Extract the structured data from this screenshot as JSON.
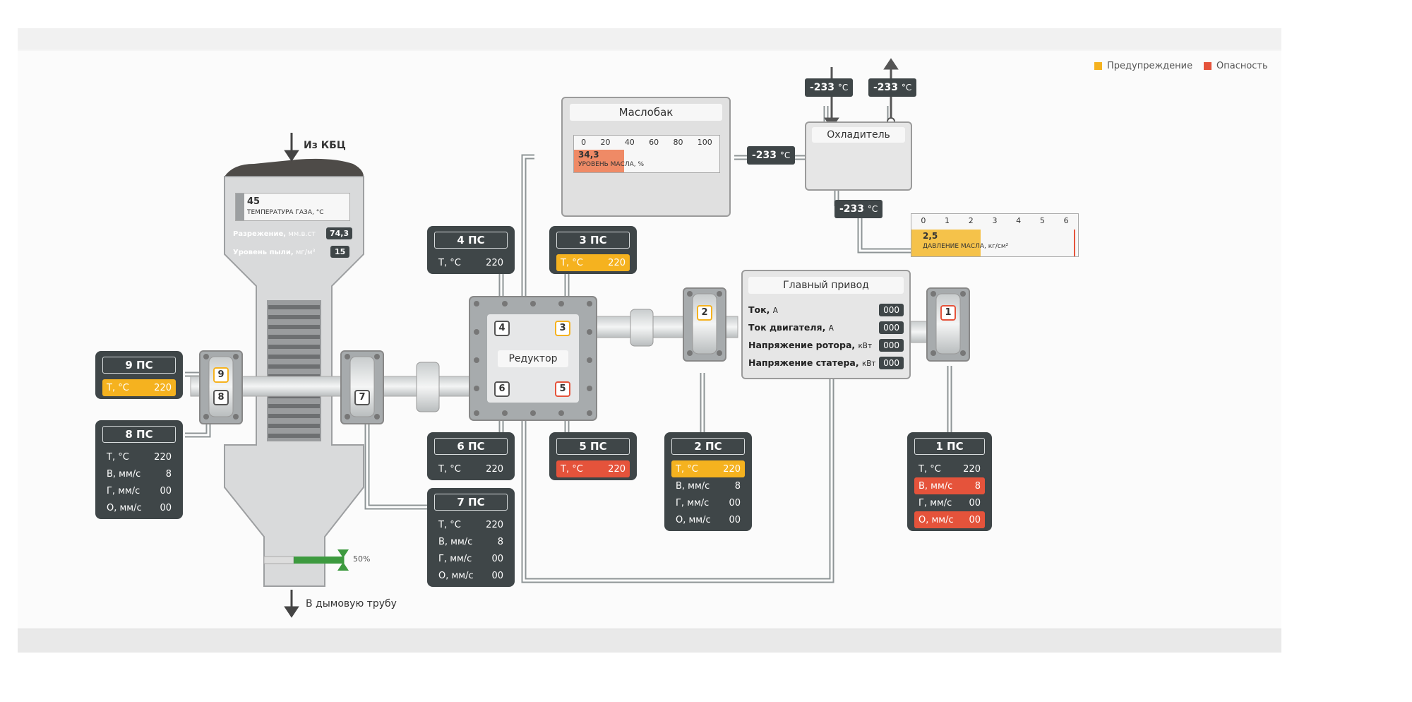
{
  "legend": {
    "warning_label": "Предупреждение",
    "warning_color": "#f5b21f",
    "danger_label": "Опасность",
    "danger_color": "#e5533b"
  },
  "boiler": {
    "inlet_label": "Из КБЦ",
    "outlet_label": "В дымовую трубу",
    "gas_temp_value": "45",
    "gas_temp_label": "ТЕМПЕРАТУРА ГАЗА, °С",
    "vacuum_label": "Разрежение,",
    "vacuum_unit": "мм.в.ст",
    "vacuum_value": "74,3",
    "dust_label": "Уровень пыли,",
    "dust_unit": "мг/м³",
    "dust_value": "15",
    "damper_percent": "50%",
    "damper_fraction": 0.5
  },
  "oil_tank": {
    "title": "Маслобак",
    "scale": [
      "0",
      "20",
      "40",
      "60",
      "80",
      "100"
    ],
    "level_value": "34,3",
    "level_label": "УРОВЕНЬ МАСЛА, %",
    "level_fraction": 0.343
  },
  "cooler": {
    "title": "Охладитель",
    "in_temp": "-233",
    "out_temp": "-233",
    "left_temp": "-233",
    "bottom_temp": "-233",
    "unit": "°С"
  },
  "oil_pressure": {
    "scale": [
      "0",
      "1",
      "2",
      "3",
      "4",
      "5",
      "6"
    ],
    "value": "2,5",
    "label": "ДАВЛЕНИЕ МАСЛА, кг/см²",
    "fraction": 0.417
  },
  "main_drive": {
    "title": "Главный привод",
    "rows": [
      {
        "key": "Ток,",
        "unit": "А",
        "value": "000"
      },
      {
        "key": "Ток двигателя,",
        "unit": "А",
        "value": "000"
      },
      {
        "key": "Напряжение ротора,",
        "unit": "кВт",
        "value": "000"
      },
      {
        "key": "Напряжение статера,",
        "unit": "кВт",
        "value": "000"
      }
    ]
  },
  "reducer": {
    "title": "Редуктор"
  },
  "badges": [
    "1",
    "2",
    "3",
    "4",
    "5",
    "6",
    "7",
    "8",
    "9"
  ],
  "panels": {
    "p9": {
      "title": "9 ПС",
      "r1k": "Т, °С",
      "r1v": "220"
    },
    "p8": {
      "title": "8 ПС",
      "r1k": "Т, °С",
      "r1v": "220",
      "r2k": "В, мм/с",
      "r2v": "8",
      "r3k": "Г, мм/с",
      "r3v": "00",
      "r4k": "О, мм/с",
      "r4v": "00"
    },
    "p7": {
      "title": "7 ПС",
      "r1k": "Т, °С",
      "r1v": "220",
      "r2k": "В, мм/с",
      "r2v": "8",
      "r3k": "Г, мм/с",
      "r3v": "00",
      "r4k": "О, мм/с",
      "r4v": "00"
    },
    "p6": {
      "title": "6 ПС",
      "r1k": "Т, °С",
      "r1v": "220"
    },
    "p5": {
      "title": "5 ПС",
      "r1k": "Т, °С",
      "r1v": "220"
    },
    "p4": {
      "title": "4 ПС",
      "r1k": "Т, °С",
      "r1v": "220"
    },
    "p3": {
      "title": "3 ПС",
      "r1k": "Т, °С",
      "r1v": "220"
    },
    "p2": {
      "title": "2 ПС",
      "r1k": "Т, °С",
      "r1v": "220",
      "r2k": "В, мм/с",
      "r2v": "8",
      "r3k": "Г, мм/с",
      "r3v": "00",
      "r4k": "О, мм/с",
      "r4v": "00"
    },
    "p1": {
      "title": "1 ПС",
      "r1k": "Т, °С",
      "r1v": "220",
      "r2k": "В, мм/с",
      "r2v": "8",
      "r3k": "Г, мм/с",
      "r3v": "00",
      "r4k": "О, мм/с",
      "r4v": "00"
    }
  }
}
